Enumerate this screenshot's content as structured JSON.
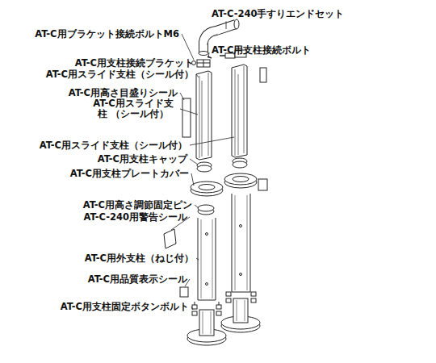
{
  "diagram": {
    "labels": [
      "AT-C-240手すりエンドセット",
      "AT-C用ブラケット接続ボルトM6",
      "AT-C用支柱接続ボルト",
      "AT-C用支柱接続ブラケット",
      "AT-C用スライド支柱（シール付）",
      "AT-C用高さ目盛りシール",
      "AT-C用スライド支柱 （シール付）",
      "AT-C用スライド支柱（シール付）",
      "AT-C用支柱キャップ",
      "AT-C用支柱プレートカバー",
      "AT-C用高さ調節固定ピン",
      "AT-C-240用警告シール",
      "AT-C用外支柱（ねじ付）",
      "AT-C用品質表示シール",
      "AT-C用支柱固定ボタンボルト"
    ]
  }
}
